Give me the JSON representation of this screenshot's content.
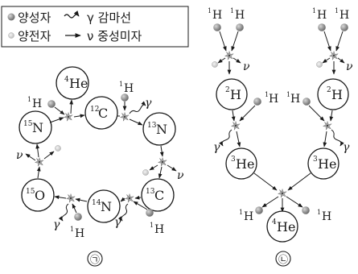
{
  "legend": {
    "proton_label": "양성자",
    "positron_label": "양전자",
    "gamma_text": "γ 감마선",
    "neutrino_text": "ν 중성미자"
  },
  "panel_left": {
    "label": "㉠",
    "nuclei": {
      "he4": {
        "mass": "4",
        "sym": "He"
      },
      "c12": {
        "mass": "12",
        "sym": "C"
      },
      "n13": {
        "mass": "13",
        "sym": "N"
      },
      "c13": {
        "mass": "13",
        "sym": "C"
      },
      "n14": {
        "mass": "14",
        "sym": "N"
      },
      "o15": {
        "mass": "15",
        "sym": "O"
      },
      "n15": {
        "mass": "15",
        "sym": "N"
      }
    },
    "labels": {
      "h_top_left": {
        "mass": "1",
        "sym": "H"
      },
      "h_top_right": {
        "mass": "1",
        "sym": "H"
      },
      "h_bottom_mid": {
        "mass": "1",
        "sym": "H"
      },
      "h_bottom_right": {
        "mass": "1",
        "sym": "H"
      },
      "gamma": "γ",
      "nu": "ν"
    }
  },
  "panel_right": {
    "label": "㉡",
    "nuclei": {
      "h2": {
        "mass": "2",
        "sym": "H"
      },
      "he3": {
        "mass": "3",
        "sym": "He"
      },
      "he4": {
        "mass": "4",
        "sym": "He"
      }
    },
    "labels": {
      "h": {
        "mass": "1",
        "sym": "H"
      },
      "gamma": "γ",
      "nu": "ν"
    }
  },
  "colors": {
    "ink": "#1a1a1a",
    "proton": "#888888",
    "positron": "#cccccc",
    "reaction": "#9a9a9a"
  }
}
